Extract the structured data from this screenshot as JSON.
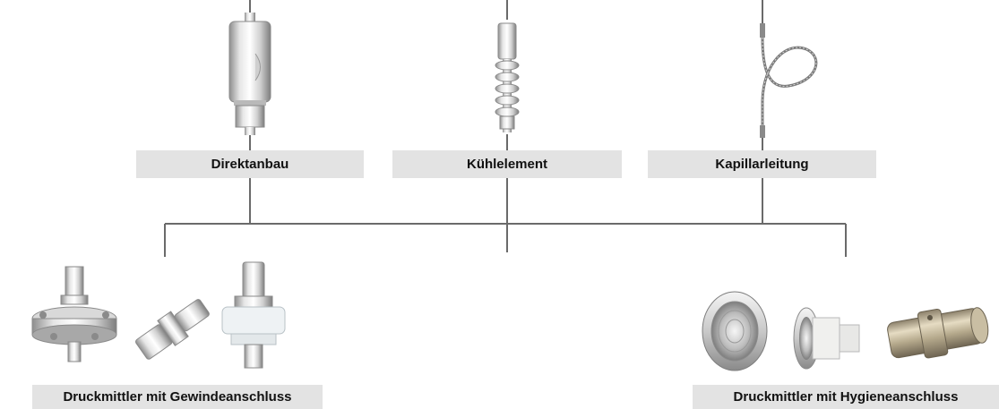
{
  "labels": {
    "direct": "Direktanbau",
    "cooling": "Kühlelement",
    "capillary": "Kapillarleitung",
    "threaded": "Druckmittler mit Gewindeanschluss",
    "hygienic": "Druckmittler mit Hygieneanschluss"
  },
  "colors": {
    "label_bg": "#e3e3e3",
    "connector": "#6a6a6a",
    "steel_light": "#f2f2f2",
    "steel_dark": "#9a9a9a"
  },
  "icons": {
    "direct": "direct-mount-tower-icon",
    "cooling": "cooling-element-fins-icon",
    "capillary": "capillary-line-coil-icon",
    "threaded": [
      "flange-diaphragm-seal-icon",
      "threaded-fitting-icon",
      "transparent-diaphragm-seal-icon"
    ],
    "hygienic": [
      "hygienic-nut-diaphragm-icon",
      "clamp-diaphragm-seal-icon",
      "inline-tube-seal-icon"
    ]
  }
}
